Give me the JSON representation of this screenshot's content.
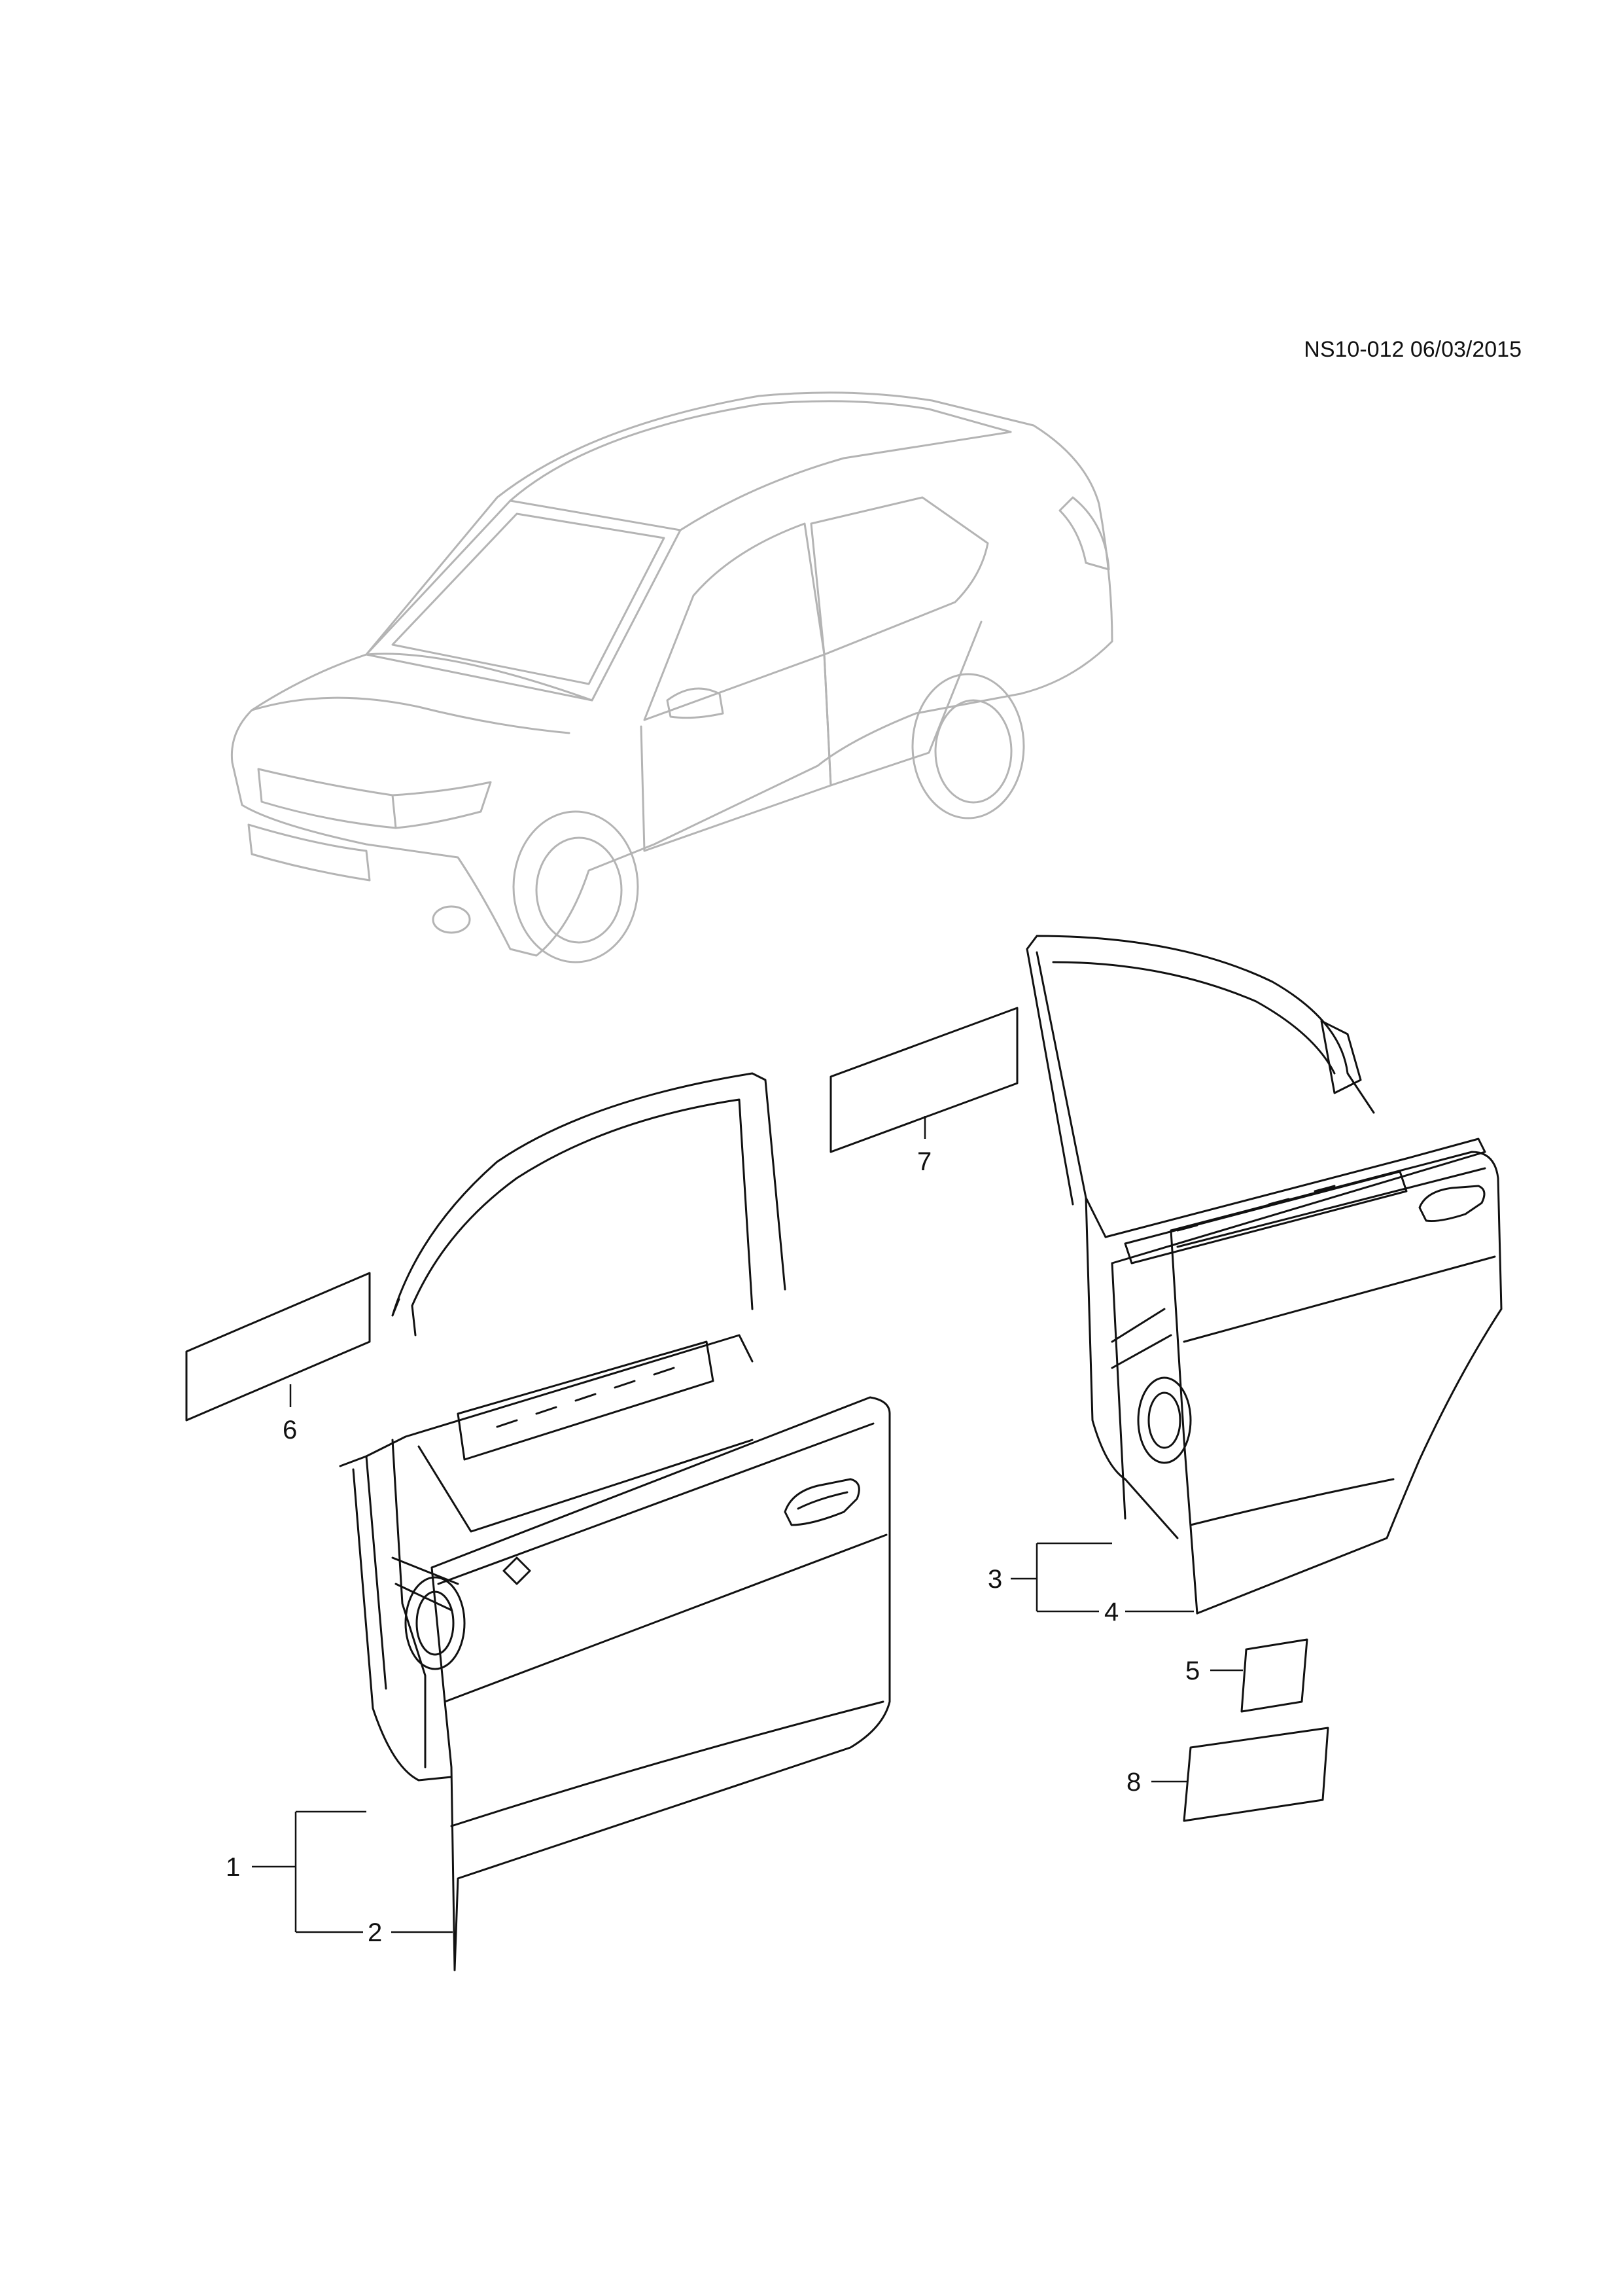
{
  "header": {
    "code": "NS10-012 06/03/2015"
  },
  "callouts": [
    "1",
    "2",
    "3",
    "4",
    "5",
    "6",
    "7",
    "8"
  ],
  "colors": {
    "line": "#111111",
    "ghost": "#b4b4b4"
  }
}
